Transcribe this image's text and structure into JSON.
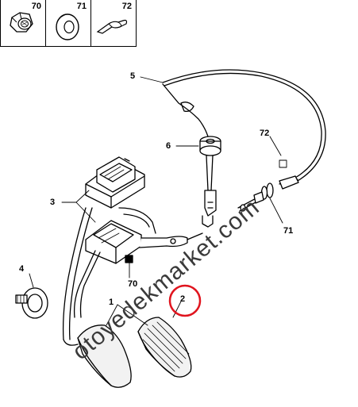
{
  "legend": {
    "items": [
      {
        "number": "70",
        "icon": "nut-icon"
      },
      {
        "number": "71",
        "icon": "washer-icon"
      },
      {
        "number": "72",
        "icon": "clip-icon"
      }
    ]
  },
  "callouts": {
    "c1": "1",
    "c2": "2",
    "c3": "3",
    "c4": "4",
    "c5": "5",
    "c6": "6",
    "c70": "70",
    "c71": "71",
    "c72": "72"
  },
  "watermark": "otoyedekmarket.com",
  "colors": {
    "line": "#000000",
    "highlight_circle": "#e0141e",
    "watermark": "#3a3a3a",
    "pad_fill": "#f2f2f2"
  }
}
